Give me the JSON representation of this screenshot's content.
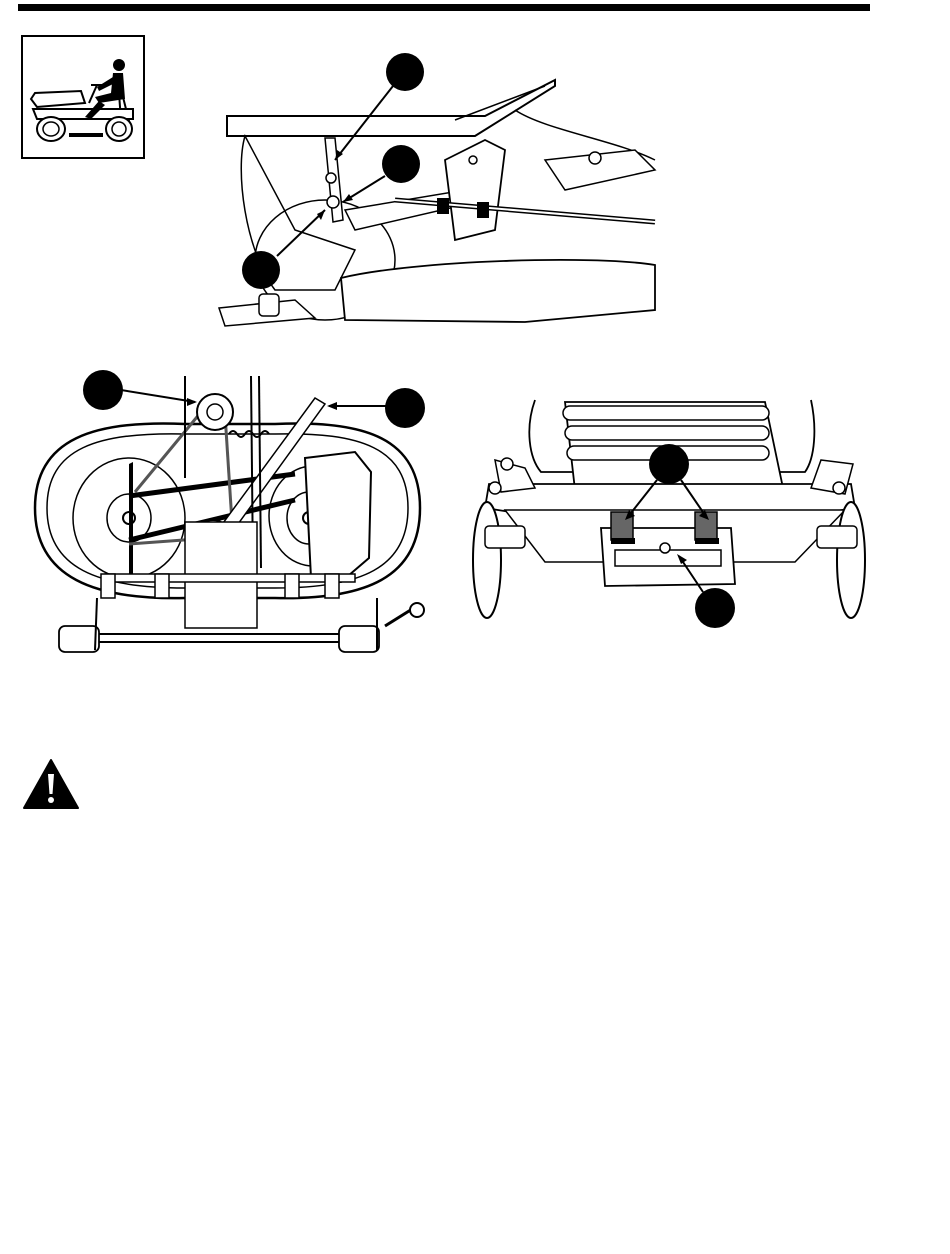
{
  "figures": {
    "tractor_icon": {
      "name": "riding-tractor-icon"
    },
    "deck_linkage": {
      "callouts": 3
    },
    "mower_deck_belt": {
      "callouts": 2
    },
    "front_bracket": {
      "callouts": 2
    }
  },
  "warning": {
    "icon": "warning-triangle-icon"
  }
}
